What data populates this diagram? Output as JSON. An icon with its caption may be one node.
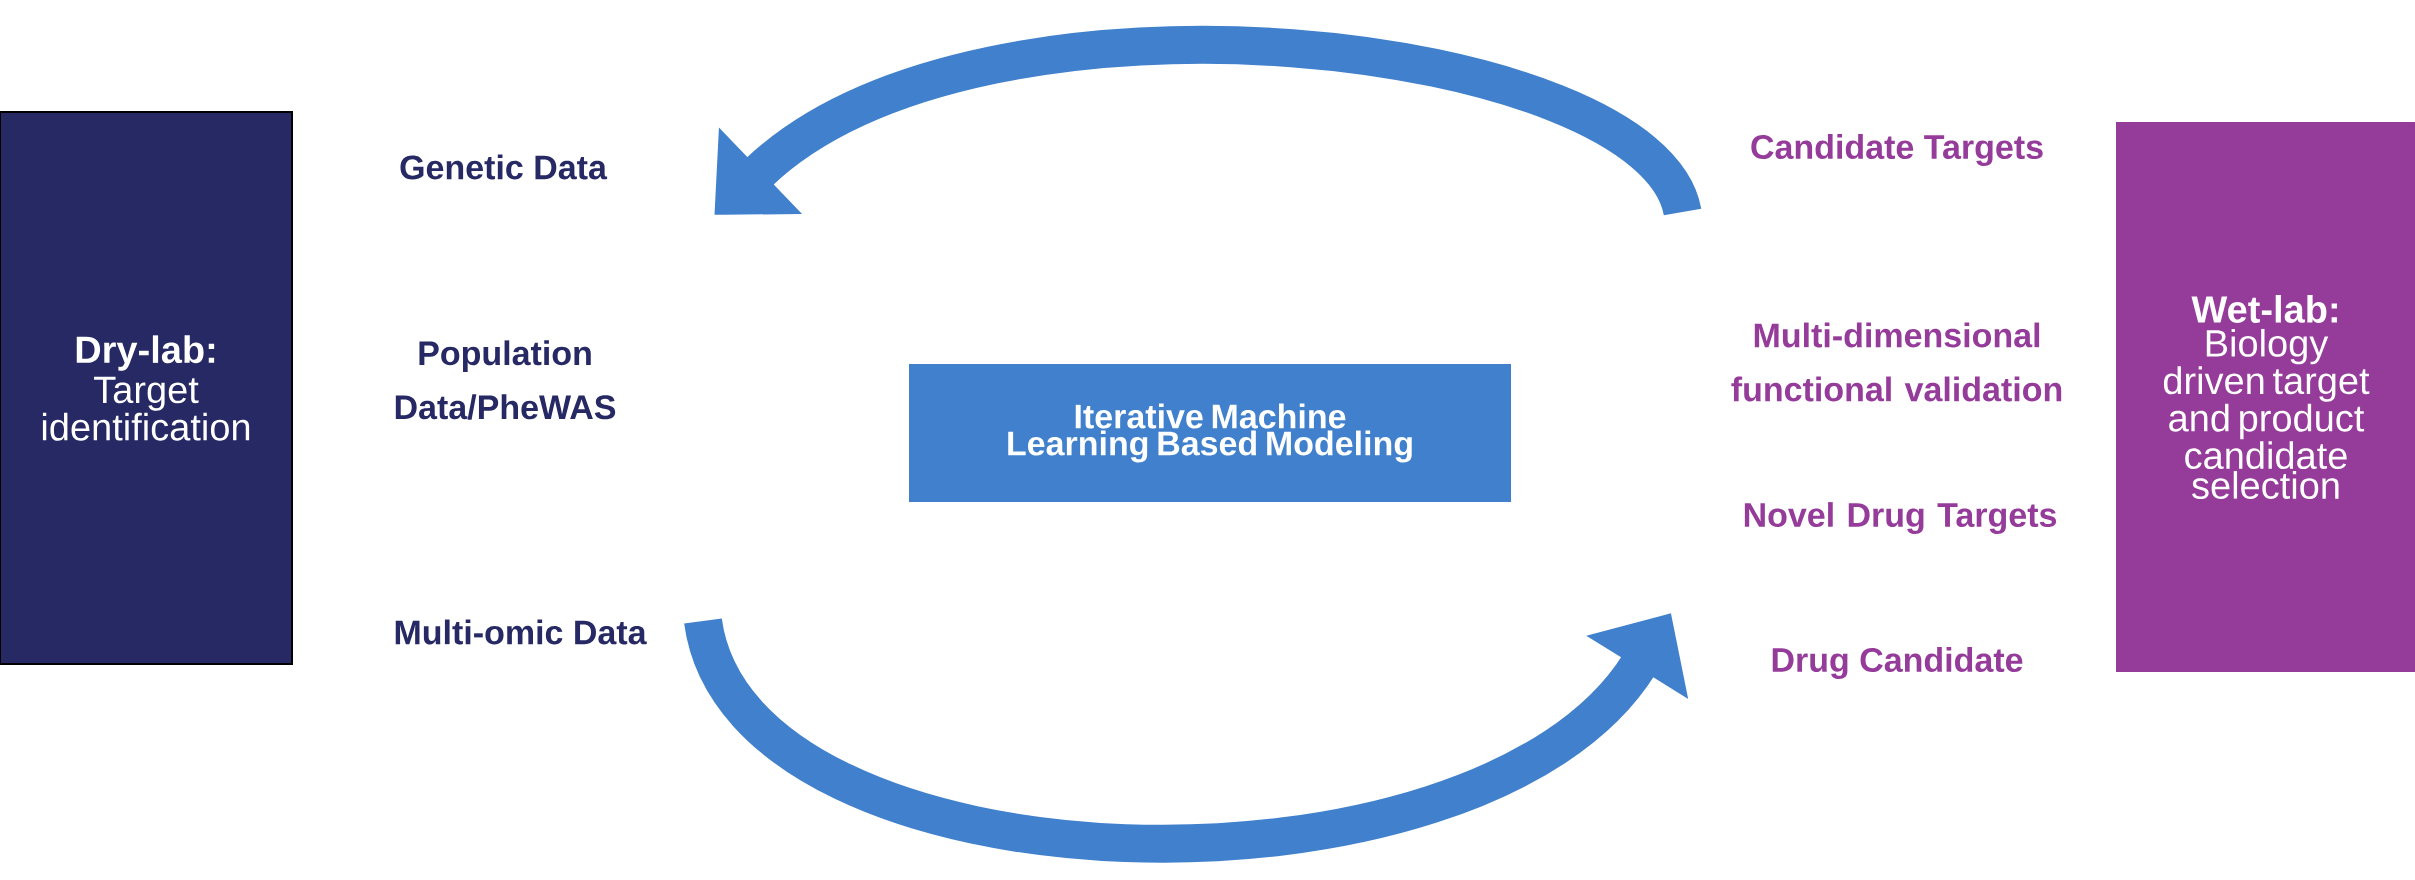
{
  "diagram": {
    "nodes": [
      {
        "text": [
          "Dry-lab:",
          "Target identification"
        ]
      },
      {
        "text": [
          "Genetic Data"
        ]
      },
      {
        "text": [
          "Multi-omic Data"
        ]
      },
      {
        "text": [
          "Iterative Machine Learning Based Modeling"
        ]
      },
      {
        "text": [
          "Candidate Targets"
        ]
      },
      {
        "text": [
          "Drug Candidate"
        ]
      },
      {
        "text": [
          "Wet-lab:",
          "Biology driven target and product candidate selection"
        ]
      }
    ],
    "edges": [
      {
        "from": 4,
        "to": 1,
        "arrow": "to"
      },
      {
        "from": 2,
        "to": 5,
        "arrow": "to"
      }
    ],
    "labels": [
      "Population Data/PheWAS",
      "Multi-dimensional functional validation",
      "Novel Drug Targets"
    ]
  }
}
